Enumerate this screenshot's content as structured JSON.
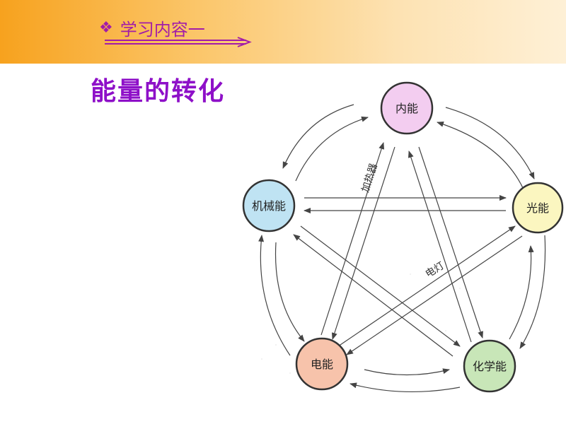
{
  "header": {
    "bullet_icon": "diamond-bullet-icon",
    "section_title": "学习内容一",
    "accent_color": "#a21ca8"
  },
  "title": "能量的转化",
  "diagram": {
    "nodes": [
      {
        "id": "internal",
        "label": "内能",
        "color": "#f3cdf0"
      },
      {
        "id": "light",
        "label": "光能",
        "color": "#fbf6c0"
      },
      {
        "id": "chemical",
        "label": "化学能",
        "color": "#c8e6b8"
      },
      {
        "id": "electric",
        "label": "电能",
        "color": "#f7c3ab"
      },
      {
        "id": "mechanical",
        "label": "机械能",
        "color": "#bfe3f3"
      }
    ],
    "edge_labels": {
      "heater": "加热器",
      "lamp": "电灯"
    }
  }
}
